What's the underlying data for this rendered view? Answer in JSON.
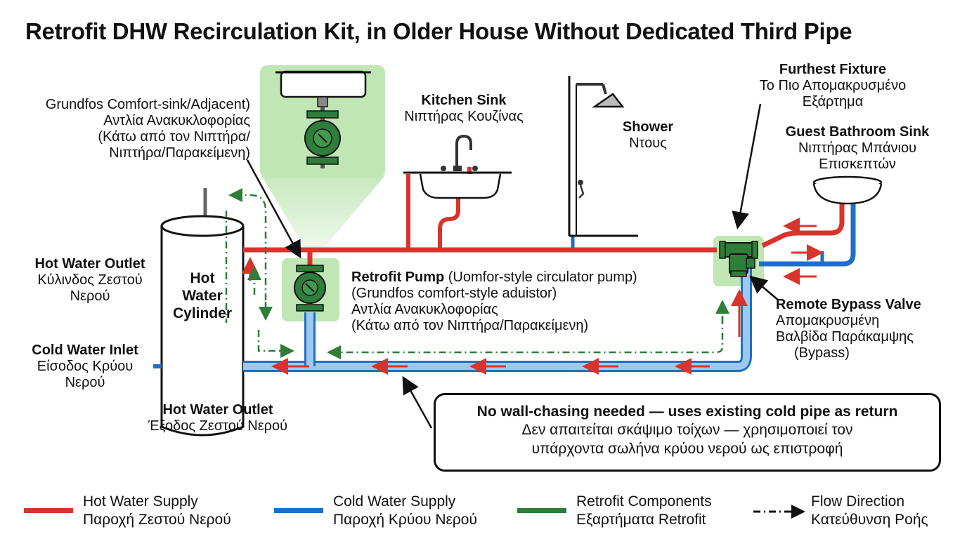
{
  "title": "Retrofit DHW Recirculation Kit, in Older House Without Dedicated Third Pipe",
  "labels": {
    "comfort_sink": {
      "line1": "Grundfos Comfort-sink/Adjacent)",
      "line2": "Αντλία Ανακυκλοφορίας",
      "line3": "(Κάτω από τον Νιπτήρα/",
      "line4": "Νιπτήρα/Παρακείμενη)"
    },
    "kitchen_sink": {
      "en": "Kitchen Sink",
      "el": "Νιπτήρας Κουζίνας"
    },
    "shower": {
      "en": "Shower",
      "el": "Ντους"
    },
    "furthest_fixture": {
      "en": "Furthest Fixture",
      "el1": "Το Πιο Απομακρυσμένο",
      "el2": "Εξάρτημα"
    },
    "guest_sink": {
      "en": "Guest Bathroom Sink",
      "el1": "Νιπτήρας Μπάνιου",
      "el2": "Επισκεπτών"
    },
    "hot_outlet_left": {
      "en": "Hot Water Outlet",
      "el1": "Κύλινδος Ζεστού",
      "el2": "Νερού"
    },
    "cold_inlet": {
      "en": "Cold Water Inlet",
      "el1": "Είσοδος Κρύου",
      "el2": "Νερού"
    },
    "hot_outlet_bottom": {
      "en": "Hot Water Outlet",
      "el": "Έξοδος Ζεστού Νερού"
    },
    "cylinder": {
      "line1": "Hot",
      "line2": "Water",
      "line3": "Cylinder"
    },
    "retrofit_pump": {
      "en": "Retrofit Pump",
      "en_rest": " (Uomfor-style circulator pump)",
      "line2": "(Grundfos comfort-style aduistor)",
      "line3": "Αντλία Ανακυκλοφορίας",
      "line4": "(Κάτω από τον Νιπτήρα/Παρακείμενη)"
    },
    "bypass_valve": {
      "en": "Remote Bypass Valve",
      "el1": "Απομακρυσμένη",
      "el2": "Βαλβίδα Παράκαμψης",
      "el3": "(Bypass)"
    }
  },
  "note": {
    "heading": "No wall-chasing needed — uses existing cold pipe as return",
    "line1": "Δεν απαιτείται σκάψιμο τοίχων — χρησιμοποιεί τον",
    "line2": "υπάρχοντα σωλήνα κρύου νερού ως επιστροφή"
  },
  "legend": [
    {
      "en": "Hot Water Supply",
      "el": "Παροχή Ζεστού Νερού",
      "color": "#d9342b"
    },
    {
      "en": "Cold Water Supply",
      "el": "Παροχή Κρύου Νερού",
      "color": "#1f6fc4"
    },
    {
      "en": "Retrofit Components",
      "el": "Εξαρτήματα Retrofit",
      "color": "#2e7d3a"
    },
    {
      "en": "Flow Direction",
      "el": "Κατεύθυνση Ροής",
      "color": "#111111"
    }
  ],
  "colors": {
    "hot": "#d9342b",
    "cold": "#1f6fc4",
    "cold_fill": "#9ec9ef",
    "retrofit": "#2e7d3a",
    "highlight": "#bfe6b4"
  }
}
